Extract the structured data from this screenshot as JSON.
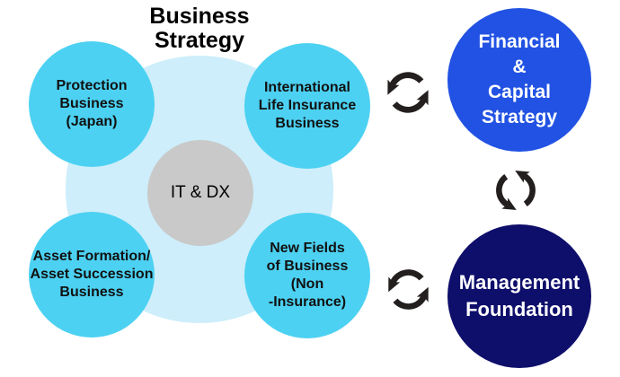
{
  "title": "Business\nStrategy",
  "core": {
    "label": "IT & DX"
  },
  "business_circles": [
    {
      "label": "Protection\nBusiness\n(Japan)"
    },
    {
      "label": "International\nLife Insurance\nBusiness"
    },
    {
      "label": "Asset Formation/\nAsset Succession\nBusiness"
    },
    {
      "label": "New Fields\nof Business\n(Non\n-Insurance)"
    }
  ],
  "strategy_circles": [
    {
      "label": "Financial\n&\nCapital\nStrategy"
    },
    {
      "label": "Management\nFoundation"
    }
  ],
  "icons": {
    "cycle_arrow": "cycle-arrow-icon"
  },
  "colors": {
    "business_circle": "#4cd1f2",
    "business_halo": "#cdeefa",
    "core_circle": "#c9c9c9",
    "financial_circle": "#2152e3",
    "management_circle": "#0e0e6b",
    "arrow": "#241f1f",
    "title_text": "#000000",
    "circle_text_dark": "#111111",
    "circle_text_light": "#ffffff"
  }
}
